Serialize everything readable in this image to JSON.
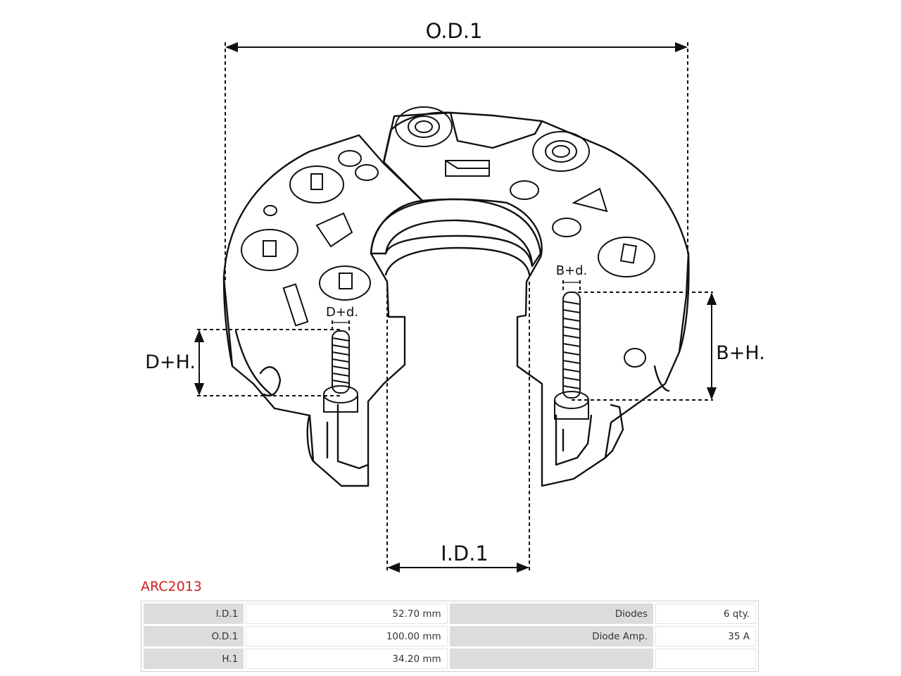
{
  "drawing": {
    "labels": {
      "od1": "O.D.1",
      "id1": "I.D.1",
      "dh": "D+H.",
      "dd": "D+d.",
      "bh": "B+H.",
      "bd": "B+d."
    }
  },
  "part_number": "ARC2013",
  "specs": {
    "rows": [
      {
        "k1": "I.D.1",
        "v1": "52.70 mm",
        "k2": "Diodes",
        "v2": "6 qty."
      },
      {
        "k1": "O.D.1",
        "v1": "100.00 mm",
        "k2": "Diode Amp.",
        "v2": "35 A"
      },
      {
        "k1": "H.1",
        "v1": "34.20 mm",
        "k2": "",
        "v2": ""
      }
    ]
  }
}
